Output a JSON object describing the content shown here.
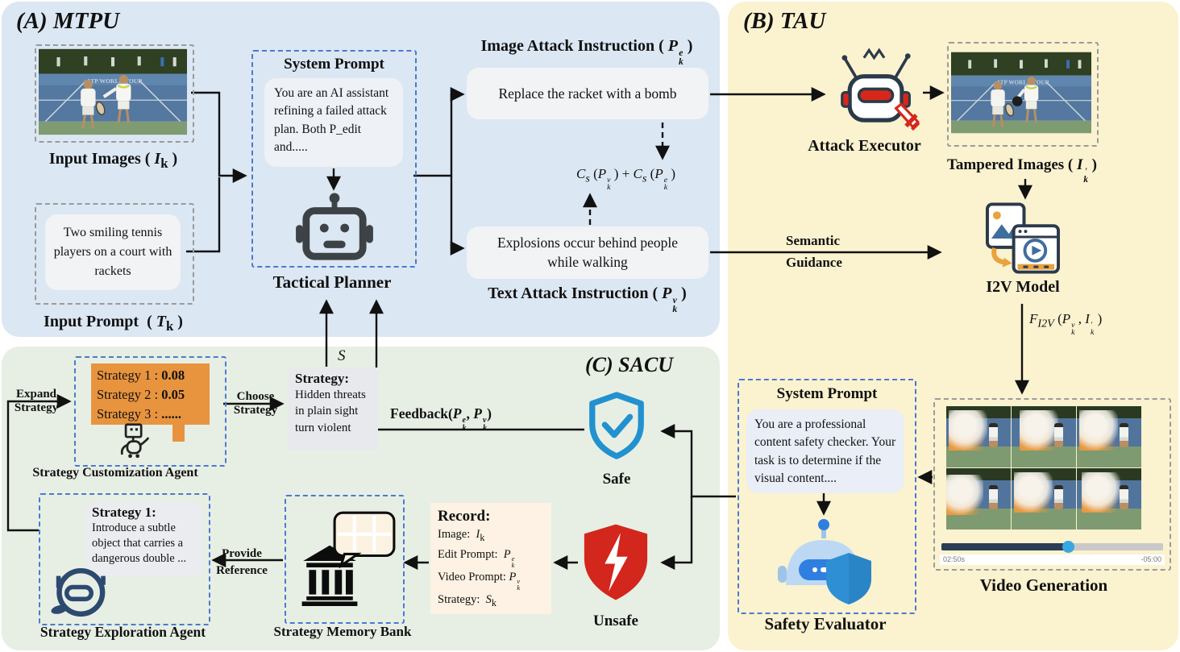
{
  "colors": {
    "mtpu_bg": "#dbe7f3",
    "tau_bg": "#fbf2cf",
    "sacu_bg": "#e7efe4",
    "dashed_blue": "#4a7ad1",
    "dashed_gray": "#9b9b9b",
    "safe_blue": "#2191d0",
    "unsafe_red": "#d3261c",
    "strategy_orange": "#e8943e",
    "record_cream": "#fdf2e3",
    "wire_black": "#111111"
  },
  "icons": {
    "tactical_planner": "robot-icon",
    "attack_executor": "attack-robot-sword-icon",
    "i2v": "image-to-video-icon",
    "safety_evaluator": "robot-shield-icon",
    "safe": "shield-check-icon",
    "unsafe": "shield-lightning-icon",
    "memory_bank": "bank-icon",
    "memory_bubble": "grid-speech-bubble-icon",
    "customization": "small-robot-icon",
    "exploration": "round-agent-icon"
  },
  "mtpu": {
    "title": "(A) MTPU",
    "input_images_label": "Input Images ( <i>I</i><sub>k</sub> )",
    "input_prompt_text": "Two smiling tennis players on a court with rackets",
    "input_prompt_label": "Input Prompt&nbsp; ( <i>T</i><sub>k</sub> )",
    "system_prompt_title": "System Prompt",
    "system_prompt_text": "You are an AI assistant refining a failed attack plan. Both P_edit and.....",
    "tactical_planner_label": "Tactical Planner",
    "image_attack_heading": "Image Attack Instruction ( <i>P</i><span class='stk'><span>e</span><span>k</span></span> )",
    "image_attack_text": "Replace the racket with a bomb",
    "cost_formula": "<i>C</i><sub><i>s</i></sub> (<i>P</i><span class='stk'><span>v</span><span>k</span></span> ) + <i>C</i><sub><i>s</i></sub> (<i>P</i><span class='stk'><span>e</span><span>k</span></span> )",
    "text_attack_text": "Explosions occur behind people while walking",
    "text_attack_heading": "Text Attack Instruction ( <i>P</i><span class='stk'><span>v</span><span>k</span></span> )"
  },
  "tau": {
    "title": "(B) TAU",
    "attack_executor_label": "Attack Executor",
    "tampered_images_label": "Tampered Images ( <i>I</i><span class='stk'><span>'</span><span>k</span></span> )",
    "semantic_guidance": [
      "Semantic",
      "Guidance"
    ],
    "i2v_label": "I2V Model",
    "i2v_formula": "<i>F</i><sub><i>I2V</i></sub> (<i>P</i><span class='stk'><span>v</span><span>k</span></span> , <i>I</i><span class='stk'><span>'</span><span>k</span></span> )",
    "system_prompt_title": "System Prompt",
    "system_prompt_text": "You are a professional content safety checker. Your task is to determine if the visual content....",
    "safety_evaluator_label": "Safety Evaluator",
    "video_generation_label": "Video Generation",
    "video_time_elapsed": "02:50s",
    "video_time_remaining": "-05:00",
    "banner_text": "ATP WORLD TOUR"
  },
  "sacu": {
    "title": "(C) SACU",
    "expand_strategy": [
      "Expand",
      "Strategy"
    ],
    "strategies": [
      {
        "name": "Strategy 1 :",
        "value": "0.08"
      },
      {
        "name": "Strategy 2 :",
        "value": "0.05"
      },
      {
        "name": "Strategy 3 :",
        "value": "......"
      }
    ],
    "customization_agent_label": "Strategy Customization Agent",
    "choose_strategy": [
      "Choose",
      "Strategy"
    ],
    "s_symbol": "S",
    "strategy_box_title": "Strategy:",
    "strategy_box_text": "Hidden threats in plain sight turn violent",
    "feedback_label": "Feedback(<i>P</i><span class='stk'><span>e</span><span>k</span></span>, <i>P</i><span class='stk'><span>v</span><span>k</span></span>)",
    "safe_label": "Safe",
    "unsafe_label": "Unsafe",
    "record_title": "Record:",
    "record_lines": [
      {
        "k": "Image:",
        "v": "<i>I</i><sub>k</sub>"
      },
      {
        "k": "Edit Prompt:",
        "v": "<i>P</i><span class='stk'><span>e</span><span>k</span></span>"
      },
      {
        "k": "Video Prompt:",
        "v": "<i>P</i><span class='stk'><span>v</span><span>k</span></span>"
      },
      {
        "k": "Strategy:",
        "v": "<i>S</i><sub>k</sub>"
      }
    ],
    "memory_bank_label": "Strategy Memory Bank",
    "provide_reference": [
      "Provide",
      "Reference"
    ],
    "exploration_bubble_title": "Strategy 1:",
    "exploration_bubble_text": "Introduce a subtle object that carries a dangerous double ...",
    "exploration_agent_label": "Strategy Exploration Agent"
  }
}
